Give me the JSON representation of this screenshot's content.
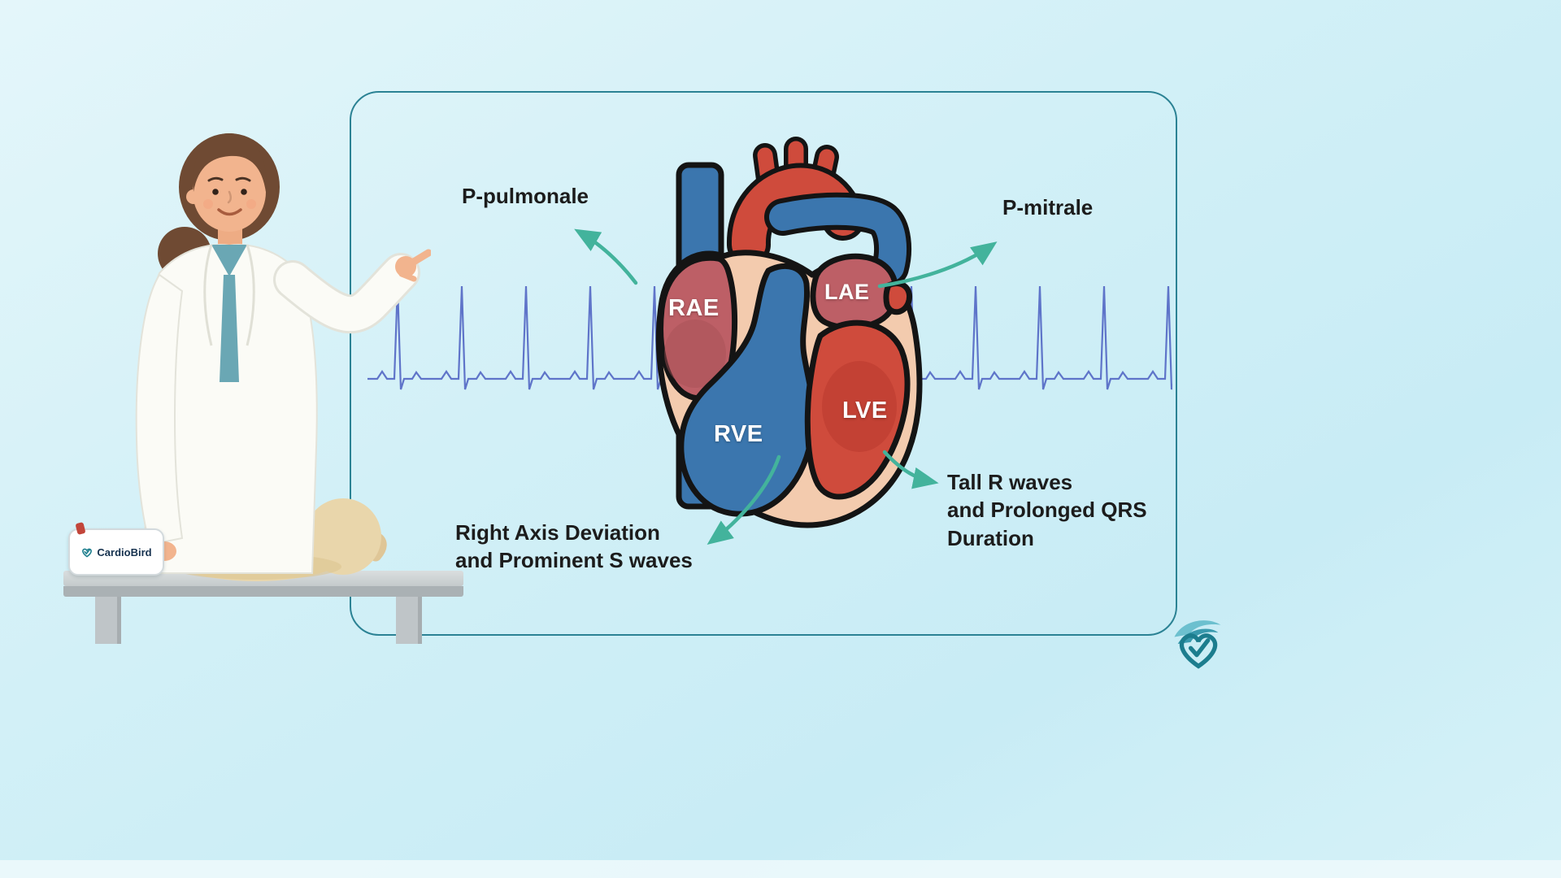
{
  "annotations": {
    "p_pulmonale": "P-pulmonale",
    "p_mitrale": "P-mitrale",
    "rve_finding": "Right Axis Deviation\nand Prominent S waves",
    "lve_finding": "Tall R waves\nand Prolonged QRS\nDuration"
  },
  "heart": {
    "rae": "RAE",
    "lae": "LAE",
    "rve": "RVE",
    "lve": "LVE"
  },
  "device": {
    "brand": "CardioBird"
  },
  "ecg": {
    "beats": 13,
    "period": 79,
    "baseline": 128,
    "r_peak": 14,
    "s_depth": 13,
    "p_bump": 9,
    "t_bump": 8
  },
  "colors": {
    "accent_teal": "#2b8294",
    "arrow_teal": "#43b39c",
    "ecg_blue": "#4a5ec1",
    "heart_red": "#cf4b3c",
    "heart_rose": "#bd5f66",
    "heart_blue": "#3b76ae",
    "heart_peach": "#f3cbae",
    "outline": "#141414",
    "label_dark": "#1c1c1c",
    "brand_navy": "#16324f"
  }
}
